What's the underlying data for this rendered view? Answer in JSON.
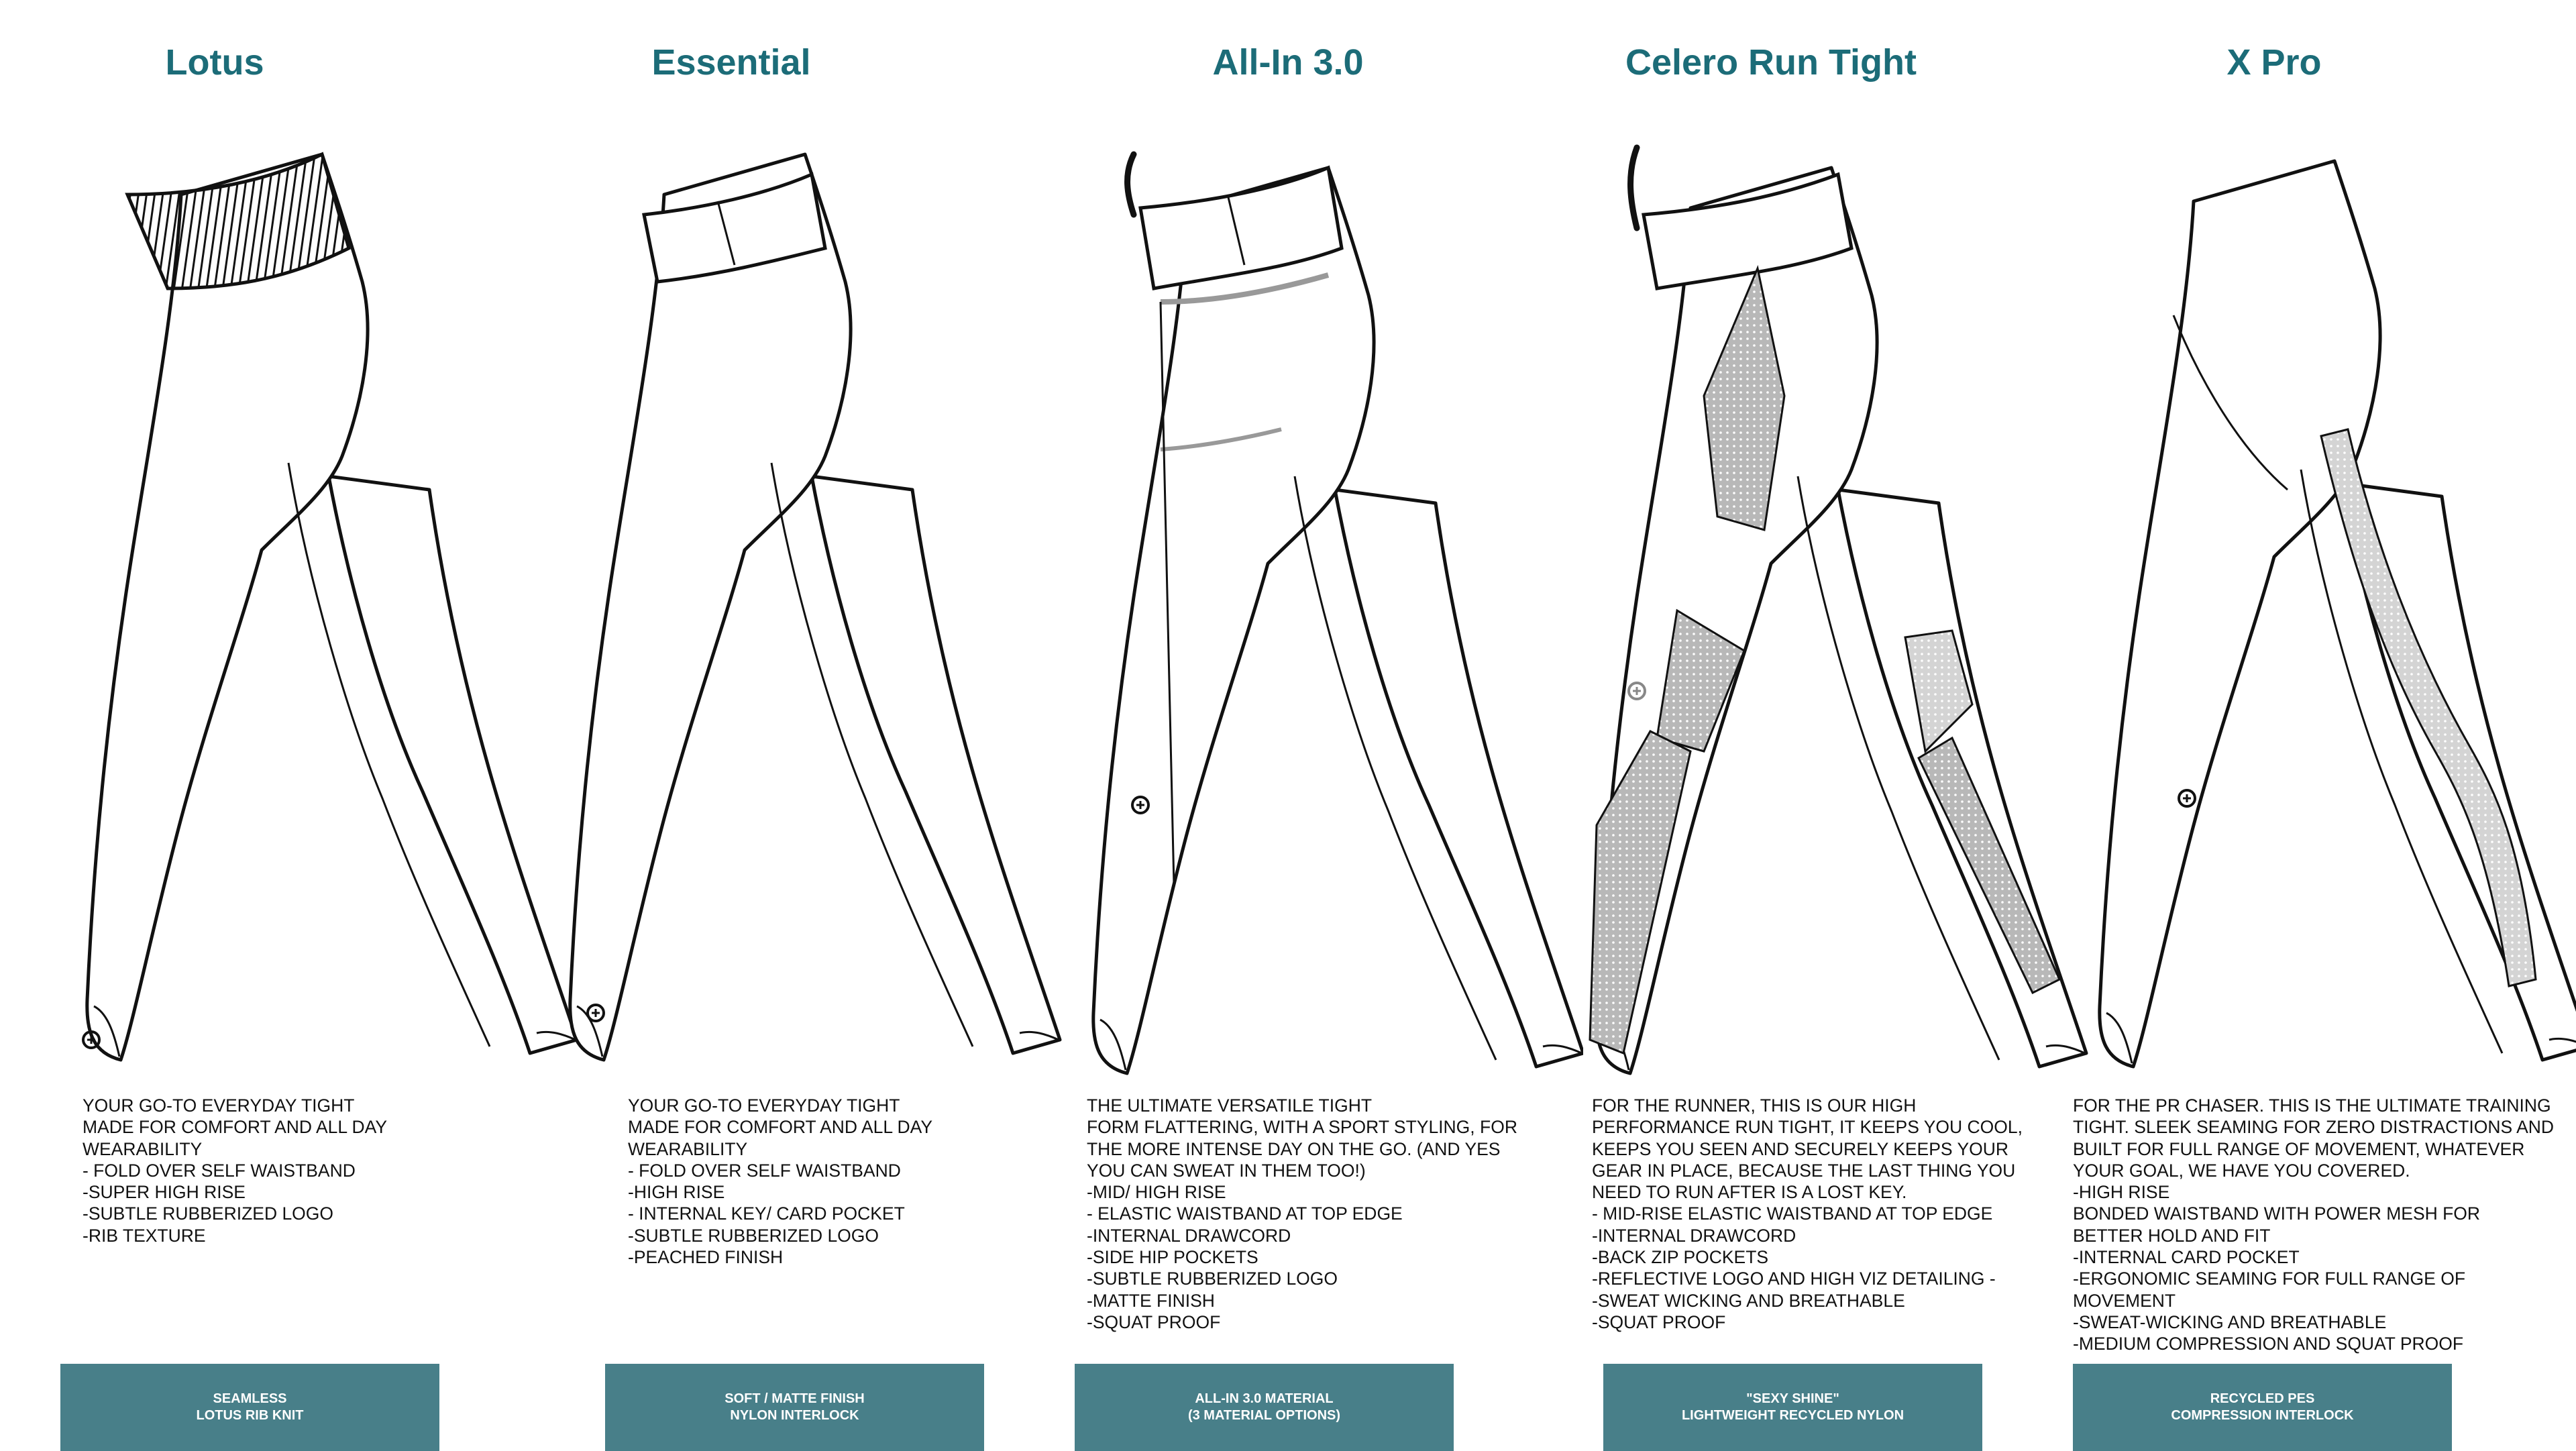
{
  "colors": {
    "title": "#1c6c78",
    "badge": "#487f89",
    "mesh": "#a9a9a9"
  },
  "products": [
    {
      "title": "Lotus",
      "icon": "rib-knit-waistband-icon",
      "description": [
        "YOUR GO-TO EVERYDAY TIGHT",
        "MADE FOR COMFORT AND ALL DAY",
        "WEARABILITY",
        "- FOLD OVER SELF WAISTBAND",
        "-SUPER HIGH  RISE",
        "-SUBTLE RUBBERIZED LOGO",
        "-RIB TEXTURE"
      ],
      "badge": [
        "SEAMLESS",
        "LOTUS RIB KNIT"
      ]
    },
    {
      "title": "Essential",
      "icon": "fold-over-waistband-icon",
      "description": [
        "YOUR GO-TO EVERYDAY TIGHT",
        "MADE FOR COMFORT AND ALL DAY",
        "WEARABILITY",
        "- FOLD OVER SELF WAISTBAND",
        "-HIGH  RISE",
        "- INTERNAL KEY/ CARD POCKET",
        "-SUBTLE RUBBERIZED LOGO",
        "-PEACHED FINISH"
      ],
      "badge": [
        "SOFT / MATTE FINISH",
        "NYLON INTERLOCK"
      ]
    },
    {
      "title": "All-In 3.0",
      "icon": "drawcord-waistband-icon",
      "description": [
        "THE ULTIMATE VERSATILE TIGHT",
        "FORM FLATTERING, WITH A SPORT STYLING, FOR",
        "THE MORE INTENSE DAY ON THE GO.  (AND YES",
        "YOU CAN SWEAT IN THEM TOO!)",
        "-MID/ HIGH RISE",
        "- ELASTIC WAISTBAND AT TOP EDGE",
        "-INTERNAL DRAWCORD",
        "-SIDE HIP POCKETS",
        "-SUBTLE RUBBERIZED LOGO",
        "-MATTE FINISH",
        "-SQUAT PROOF"
      ],
      "badge": [
        "ALL-IN 3.0 MATERIAL",
        "(3 MATERIAL OPTIONS)"
      ]
    },
    {
      "title": "Celero Run Tight",
      "icon": "mesh-panel-icon",
      "description": [
        "FOR THE RUNNER, THIS IS OUR HIGH",
        "PERFORMANCE RUN TIGHT,  IT KEEPS YOU COOL,",
        "KEEPS YOU SEEN AND SECURELY KEEPS YOUR",
        "GEAR IN PLACE, BECAUSE THE LAST THING YOU",
        "NEED TO RUN AFTER IS A LOST KEY.",
        "- MID-RISE ELASTIC WAISTBAND AT TOP EDGE",
        "-INTERNAL DRAWCORD",
        "-BACK ZIP POCKETS",
        "-REFLECTIVE LOGO AND HIGH VIZ DETAILING -",
        "-SWEAT WICKING AND BREATHABLE",
        "-SQUAT PROOF"
      ],
      "badge": [
        "\"SEXY SHINE\"",
        "LIGHTWEIGHT RECYCLED NYLON"
      ]
    },
    {
      "title": "X Pro",
      "icon": "power-mesh-panel-icon",
      "description": [
        "FOR THE PR CHASER. THIS IS THE ULTIMATE TRAINING",
        "TIGHT.  SLEEK SEAMING FOR ZERO DISTRACTIONS AND",
        "BUILT FOR FULL RANGE OF MOVEMENT, WHATEVER",
        "YOUR GOAL, WE HAVE YOU COVERED.",
        "-HIGH RISE",
        "BONDED WAISTBAND WITH POWER MESH FOR",
        "BETTER HOLD AND FIT",
        "-INTERNAL CARD POCKET",
        "-ERGONOMIC SEAMING FOR FULL RANGE OF",
        "MOVEMENT",
        "-SWEAT-WICKING AND BREATHABLE",
        "-MEDIUM COMPRESSION AND SQUAT PROOF"
      ],
      "badge": [
        "RECYCLED PES",
        "COMPRESSION INTERLOCK"
      ]
    }
  ]
}
